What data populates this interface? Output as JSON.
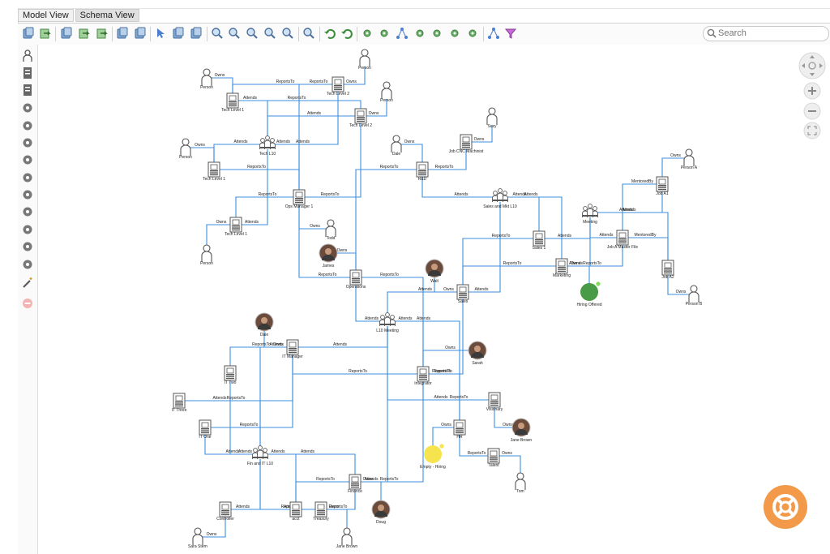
{
  "tabs": [
    {
      "label": "Model View"
    },
    {
      "label": "Schema View"
    }
  ],
  "toolbar_icons": [
    "copy-icon",
    "export-icon",
    "new-diagram-icon",
    "layout-icon",
    "layout-export-icon",
    "print-icon",
    "preview-icon",
    "select-pointer-icon",
    "pan-hand-icon",
    "move-icon",
    "zoom-out-icon",
    "zoom-out-alt-icon",
    "zoom-in-icon",
    "zoom-fit-icon",
    "zoom-reset-icon",
    "fit-all-icon",
    "undo-icon",
    "redo-icon",
    "arrange-icon",
    "refresh-icon",
    "hierarchy-icon",
    "grid-icon",
    "connect-icon",
    "expand-icon",
    "shuffle-icon",
    "network-icon",
    "filter-icon"
  ],
  "search": {
    "placeholder": "Search"
  },
  "palette_icons": [
    "person-shape-icon",
    "document-shape-icon",
    "note-shape-icon",
    "rocket-shape-icon",
    "group-shape-icon",
    "cross-shape-icon",
    "target-shape-icon",
    "hub-shape-icon",
    "network-shape-icon",
    "screen-shape-icon",
    "chart-shape-icon",
    "goal-shape-icon",
    "gear-shape-icon",
    "magic-wand-icon",
    "remove-icon"
  ],
  "colors": {
    "edge": "#3c8fe0",
    "node": "#5a5a5a",
    "green": "#4a9b47",
    "yellow": "#f6e44f",
    "help": "#f29a49"
  },
  "diagram": {
    "nodes": [
      {
        "id": "p_top",
        "label": "Person",
        "type": "person"
      },
      {
        "id": "p_tl",
        "label": "Person",
        "type": "person"
      },
      {
        "id": "tl2a",
        "label": "Tech Level 2",
        "type": "doc"
      },
      {
        "id": "tl1a",
        "label": "Tech Level 1",
        "type": "doc"
      },
      {
        "id": "p_r",
        "label": "Person",
        "type": "person"
      },
      {
        "id": "tl2b",
        "label": "Tech Level 2",
        "type": "doc"
      },
      {
        "id": "suzy",
        "label": "Suzy",
        "type": "person"
      },
      {
        "id": "p_l",
        "label": "Person",
        "type": "person"
      },
      {
        "id": "techl10",
        "label": "Tech L10",
        "type": "group"
      },
      {
        "id": "tl1b",
        "label": "Tech Level 1",
        "type": "doc"
      },
      {
        "id": "dale1",
        "label": "Dale",
        "type": "person"
      },
      {
        "id": "jobcnc",
        "label": "Job CNC Machinist",
        "type": "doc"
      },
      {
        "id": "persona",
        "label": "Person A",
        "type": "person"
      },
      {
        "id": "rd",
        "label": "R&D",
        "type": "doc"
      },
      {
        "id": "joba1",
        "label": "Job A1",
        "type": "doc"
      },
      {
        "id": "opsmgr",
        "label": "Ops Manager 1",
        "type": "doc"
      },
      {
        "id": "salesmkt",
        "label": "Sales and Mkt L10",
        "type": "group"
      },
      {
        "id": "meeting",
        "label": "Meeting",
        "type": "group"
      },
      {
        "id": "todd",
        "label": "Todd",
        "type": "person"
      },
      {
        "id": "tl1c",
        "label": "Tech Level 1",
        "type": "doc"
      },
      {
        "id": "sales1",
        "label": "Sales 1",
        "type": "doc"
      },
      {
        "id": "jobamaster",
        "label": "Job A Master File",
        "type": "doc"
      },
      {
        "id": "p_bl",
        "label": "Person",
        "type": "person"
      },
      {
        "id": "james",
        "label": "James",
        "type": "photo"
      },
      {
        "id": "marketing",
        "label": "Marketing",
        "type": "doc"
      },
      {
        "id": "joba2",
        "label": "Job A2",
        "type": "doc"
      },
      {
        "id": "walt",
        "label": "Walt",
        "type": "photo"
      },
      {
        "id": "operations",
        "label": "Operations",
        "type": "doc"
      },
      {
        "id": "sales",
        "label": "Sales",
        "type": "doc"
      },
      {
        "id": "hiring",
        "label": "Hiring Offered",
        "type": "circle"
      },
      {
        "id": "personb",
        "label": "Person B",
        "type": "person"
      },
      {
        "id": "dale2",
        "label": "Dale",
        "type": "photo"
      },
      {
        "id": "l10",
        "label": "L10 Meeting",
        "type": "group"
      },
      {
        "id": "itmgr",
        "label": "IT Manager",
        "type": "doc"
      },
      {
        "id": "sarah",
        "label": "Sarah",
        "type": "photo"
      },
      {
        "id": "ittwo",
        "label": "IT Two",
        "type": "doc"
      },
      {
        "id": "integrator",
        "label": "Integrator",
        "type": "doc"
      },
      {
        "id": "itthree",
        "label": "IT Three",
        "type": "doc"
      },
      {
        "id": "visionary",
        "label": "Visionary",
        "type": "doc"
      },
      {
        "id": "itone",
        "label": "IT One",
        "type": "doc"
      },
      {
        "id": "hr",
        "label": "HR",
        "type": "doc"
      },
      {
        "id": "janebrown1",
        "label": "Jane Brown",
        "type": "photo"
      },
      {
        "id": "finl10",
        "label": "Fin and IT L10",
        "type": "group"
      },
      {
        "id": "emptyhiring",
        "label": "Empty - Hiring",
        "type": "circle"
      },
      {
        "id": "talent",
        "label": "Talent",
        "type": "doc"
      },
      {
        "id": "finance",
        "label": "Finance",
        "type": "doc"
      },
      {
        "id": "tom",
        "label": "Tom",
        "type": "person"
      },
      {
        "id": "controller",
        "label": "Controller",
        "type": "doc"
      },
      {
        "id": "acct",
        "label": "acct",
        "type": "doc"
      },
      {
        "id": "treasury",
        "label": "Treasury",
        "type": "doc"
      },
      {
        "id": "doug",
        "label": "Doug",
        "type": "photo"
      },
      {
        "id": "sarastern",
        "label": "Sara Stern",
        "type": "person"
      },
      {
        "id": "janebrown2",
        "label": "Jane Brown",
        "type": "person"
      }
    ],
    "edges": [
      {
        "from": "p_top",
        "to": "tl2a",
        "label": "Owns"
      },
      {
        "from": "p_tl",
        "to": "tl1a",
        "label": "Owns"
      },
      {
        "from": "tl1a",
        "to": "tl2a",
        "label": "ReportsTo"
      },
      {
        "from": "tl1a",
        "to": "techl10",
        "label": "Attends"
      },
      {
        "from": "tl2a",
        "to": "techl10",
        "label": "Attends"
      },
      {
        "from": "tl1a",
        "to": "tl2b",
        "label": "ReportsTo"
      },
      {
        "from": "p_r",
        "to": "tl2b",
        "label": "Owns"
      },
      {
        "from": "tl2b",
        "to": "techl10",
        "label": "Attends"
      },
      {
        "from": "tl1b",
        "to": "techl10",
        "label": "Attends"
      },
      {
        "from": "p_l",
        "to": "tl1b",
        "label": "Owns"
      },
      {
        "from": "tl2b",
        "to": "opsmgr",
        "label": "ReportsTo"
      },
      {
        "from": "tl2a",
        "to": "opsmgr",
        "label": "ReportsTo"
      },
      {
        "from": "opsmgr",
        "to": "techl10",
        "label": "Attends"
      },
      {
        "from": "tl1b",
        "to": "opsmgr",
        "label": "ReportsTo"
      },
      {
        "from": "tl1c",
        "to": "opsmgr",
        "label": "ReportsTo"
      },
      {
        "from": "tl1c",
        "to": "techl10",
        "label": "Attends"
      },
      {
        "from": "p_bl",
        "to": "tl1c",
        "label": "Owns"
      },
      {
        "from": "todd",
        "to": "opsmgr",
        "label": "Owns"
      },
      {
        "from": "opsmgr",
        "to": "operations",
        "label": "ReportsTo"
      },
      {
        "from": "james",
        "to": "operations",
        "label": "Owns"
      },
      {
        "from": "suzy",
        "to": "jobcnc",
        "label": "Owns"
      },
      {
        "from": "dale1",
        "to": "rd",
        "label": "Owns"
      },
      {
        "from": "jobcnc",
        "to": "rd",
        "label": "ReportsTo"
      },
      {
        "from": "rd",
        "to": "operations",
        "label": "ReportsTo"
      },
      {
        "from": "rd",
        "to": "salesmkt",
        "label": "Attends"
      },
      {
        "from": "persona",
        "to": "joba1",
        "label": "Owns"
      },
      {
        "from": "joba1",
        "to": "meeting",
        "label": "Attends"
      },
      {
        "from": "joba1",
        "to": "jobamaster",
        "label": "MentoredBy"
      },
      {
        "from": "joba2",
        "to": "meeting",
        "label": "Attends"
      },
      {
        "from": "jobamaster",
        "to": "meeting",
        "label": "Attends"
      },
      {
        "from": "joba2",
        "to": "jobamaster",
        "label": "MentoredBy"
      },
      {
        "from": "personb",
        "to": "joba2",
        "label": "Owns"
      },
      {
        "from": "sales1",
        "to": "salesmkt",
        "label": "Attends"
      },
      {
        "from": "sales1",
        "to": "meeting",
        "label": "Attends"
      },
      {
        "from": "marketing",
        "to": "salesmkt",
        "label": "Attends"
      },
      {
        "from": "marketing",
        "to": "meeting",
        "label": "Attends"
      },
      {
        "from": "jobamaster",
        "to": "marketing",
        "label": "ReportsTo"
      },
      {
        "from": "sales1",
        "to": "sales",
        "label": "ReportsTo"
      },
      {
        "from": "hiring",
        "to": "marketing",
        "label": "Owns"
      },
      {
        "from": "marketing",
        "to": "sales",
        "label": "ReportsTo"
      },
      {
        "from": "walt",
        "to": "sales",
        "label": "Owns"
      },
      {
        "from": "sales",
        "to": "salesmkt",
        "label": "Attends"
      },
      {
        "from": "operations",
        "to": "l10",
        "label": "Attends"
      },
      {
        "from": "operations",
        "to": "integrator",
        "label": "ReportsTo"
      },
      {
        "from": "sales",
        "to": "integrator",
        "label": "ReportsTo"
      },
      {
        "from": "sales",
        "to": "l10",
        "label": "Attends"
      },
      {
        "from": "dale2",
        "to": "itmgr",
        "label": "Owns"
      },
      {
        "from": "itmgr",
        "to": "l10",
        "label": "Attends"
      },
      {
        "from": "itmgr",
        "to": "integrator",
        "label": "ReportsTo"
      },
      {
        "from": "sarah",
        "to": "integrator",
        "label": "Owns"
      },
      {
        "from": "integrator",
        "to": "l10",
        "label": "Attends"
      },
      {
        "from": "visionary",
        "to": "l10",
        "label": "Attends"
      },
      {
        "from": "hr",
        "to": "l10",
        "label": "Attends"
      },
      {
        "from": "itthree",
        "to": "itmgr",
        "label": "ReportsTo"
      },
      {
        "from": "ittwo",
        "to": "itmgr",
        "label": "ReportsTo"
      },
      {
        "from": "itone",
        "to": "itmgr",
        "label": "ReportsTo"
      },
      {
        "from": "ittwo",
        "to": "finl10",
        "label": "Attends"
      },
      {
        "from": "itthree",
        "to": "finl10",
        "label": "Attends"
      },
      {
        "from": "itone",
        "to": "finl10",
        "label": "Attends"
      },
      {
        "from": "itmgr",
        "to": "finl10",
        "label": "Attends"
      },
      {
        "from": "integrator",
        "to": "visionary",
        "label": "ReportsTo"
      },
      {
        "from": "finance",
        "to": "integrator",
        "label": "ReportsTo"
      },
      {
        "from": "hr",
        "to": "integrator",
        "label": "ReportsTo"
      },
      {
        "from": "janebrown1",
        "to": "visionary",
        "label": "Owns"
      },
      {
        "from": "emptyhiring",
        "to": "hr",
        "label": "Owns"
      },
      {
        "from": "talent",
        "to": "hr",
        "label": "ReportsTo"
      },
      {
        "from": "tom",
        "to": "talent",
        "label": "Owns"
      },
      {
        "from": "controller",
        "to": "finl10",
        "label": "Attends"
      },
      {
        "from": "acct",
        "to": "finl10",
        "label": "Attends"
      },
      {
        "from": "treasury",
        "to": "finl10",
        "label": "Attends"
      },
      {
        "from": "finance",
        "to": "finl10",
        "label": "Attends"
      },
      {
        "from": "controller",
        "to": "finance",
        "label": "ReportsTo"
      },
      {
        "from": "acct",
        "to": "finance",
        "label": "ReportsTo"
      },
      {
        "from": "treasury",
        "to": "finance",
        "label": "ReportsTo"
      },
      {
        "from": "doug",
        "to": "finance",
        "label": "Owns"
      },
      {
        "from": "sarastern",
        "to": "controller",
        "label": "Owns"
      },
      {
        "from": "janebrown2",
        "to": "treasury",
        "label": "Owns"
      },
      {
        "from": "finance",
        "to": "l10",
        "label": "Attends"
      }
    ]
  }
}
